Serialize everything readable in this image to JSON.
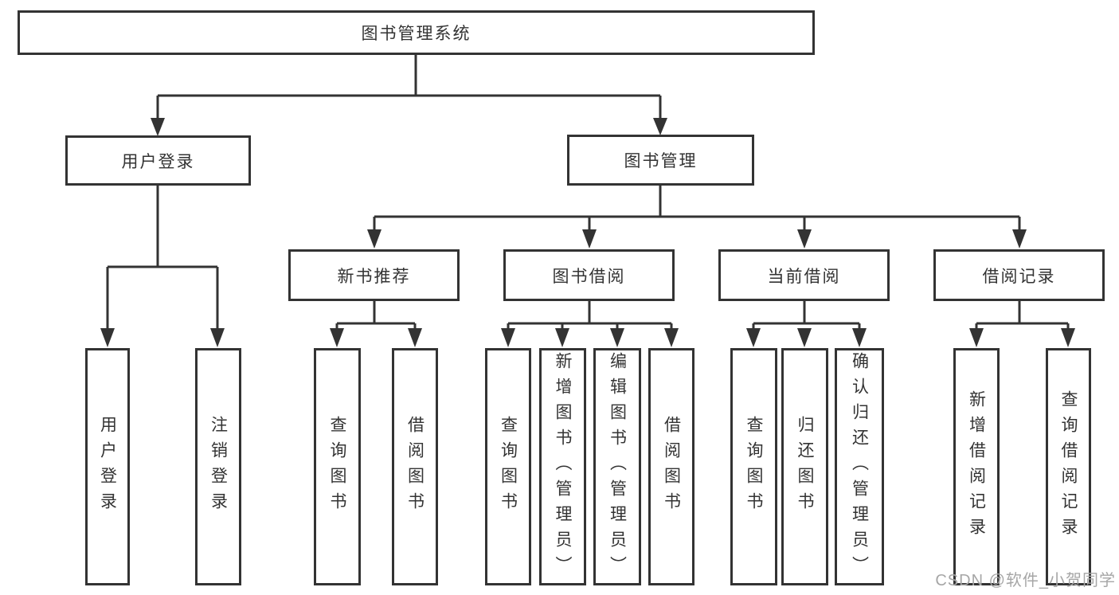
{
  "diagram": {
    "root": {
      "label": "图书管理系统"
    },
    "level1": [
      {
        "label": "用户登录"
      },
      {
        "label": "图书管理"
      }
    ],
    "level2": [
      {
        "label": "新书推荐"
      },
      {
        "label": "图书借阅"
      },
      {
        "label": "当前借阅"
      },
      {
        "label": "借阅记录"
      }
    ],
    "leaves": [
      {
        "label": "用户登录"
      },
      {
        "label": "注销登录"
      },
      {
        "label": "查询图书"
      },
      {
        "label": "借阅图书"
      },
      {
        "label": "查询图书"
      },
      {
        "label": "新增图书（管理员）"
      },
      {
        "label": "编辑图书（管理员）"
      },
      {
        "label": "借阅图书"
      },
      {
        "label": "查询图书"
      },
      {
        "label": "归还图书"
      },
      {
        "label": "确认归还（管理员）"
      },
      {
        "label": "新增借阅记录"
      },
      {
        "label": "查询借阅记录"
      }
    ]
  },
  "watermark": {
    "text": "CSDN @软件_小贺同学"
  },
  "colors": {
    "line": "#333333",
    "box_border": "#333333",
    "text": "#333333",
    "watermark": "#a6a6a6"
  }
}
